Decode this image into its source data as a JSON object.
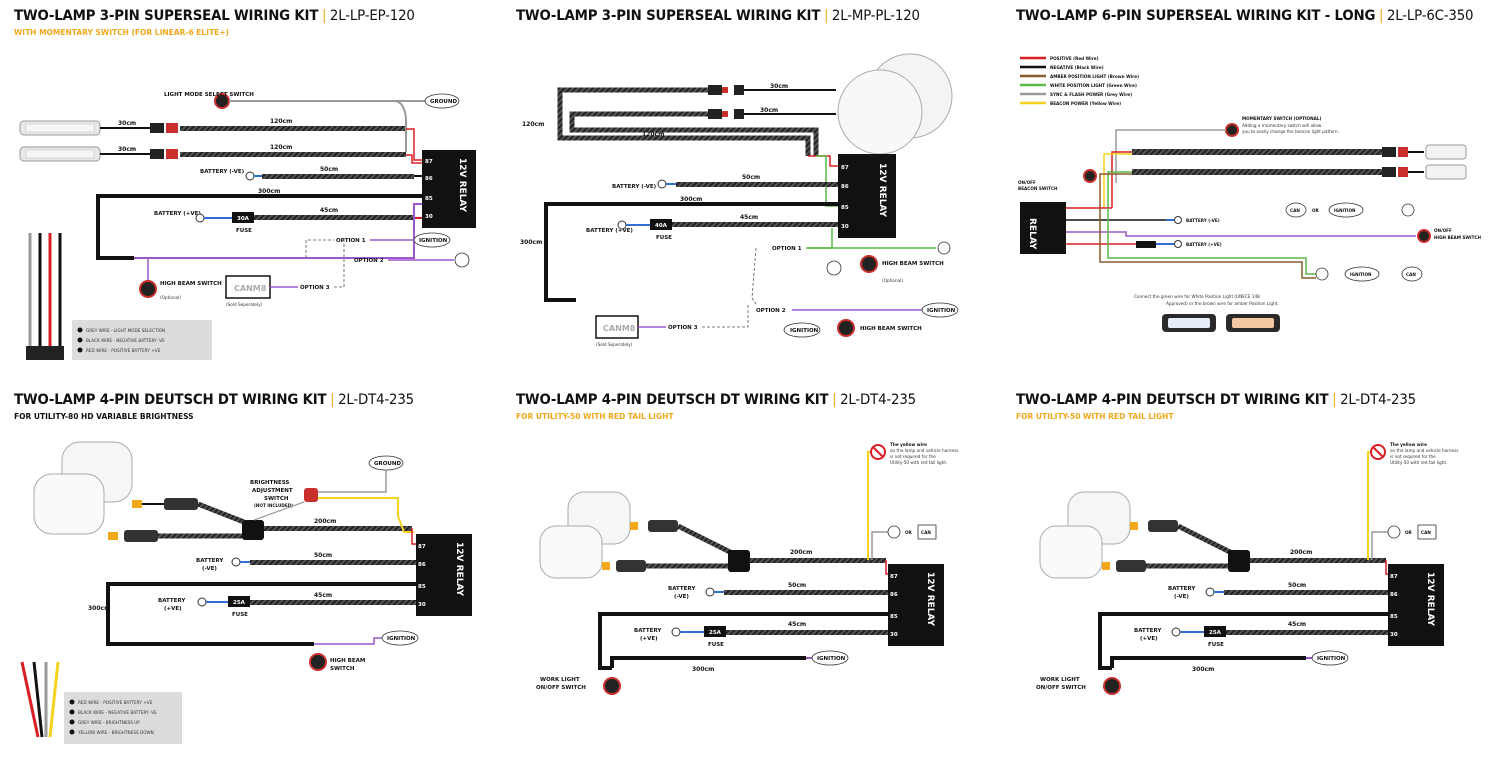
{
  "colors": {
    "accent": "#f2a81d",
    "wire_red": "#d81f26",
    "wire_purple": "#9b59c9",
    "wire_green": "#5ab947",
    "wire_yellow": "#f5d21f",
    "wire_blue": "#2f6fd6"
  },
  "panels": [
    {
      "title": "TWO-LAMP 3-PIN SUPERSEAL WIRING KIT",
      "code": "2L-LP-EP-120",
      "subtitle": "WITH MOMENTARY SWITCH (FOR LINEAR-6 ELITE+)",
      "subtitle_style": "orange",
      "relay": "12V RELAY",
      "pins": [
        "87",
        "86",
        "85",
        "30"
      ],
      "labels": {
        "switch": "LIGHT MODE SELECT SWITCH",
        "ground": "GROUND",
        "battery_neg": "BATTERY (-VE)",
        "battery_pos": "BATTERY (+VE)",
        "fuse_rating": "30A",
        "fuse": "FUSE",
        "ignition": "IGNITION",
        "high_beam": "HIGH BEAM SWITCH",
        "high_beam_note": "(Optional)",
        "option1": "OPTION 1",
        "option2": "OPTION 2",
        "option3": "OPTION 3",
        "canm8": "CANM8",
        "canm8_note": "(Sold Seperately)"
      },
      "lengths": [
        "30cm",
        "30cm",
        "120cm",
        "120cm",
        "50cm",
        "300cm",
        "45cm"
      ],
      "legend": [
        "GREY WIRE - LIGHT MODE SELECTION",
        "BLACK WIRE - NEGATIVE BATTERY -VE",
        "RED WIRE - POSITIVE BATTERY +VE"
      ]
    },
    {
      "title": "TWO-LAMP 3-PIN SUPERSEAL WIRING KIT",
      "code": "2L-MP-PL-120",
      "subtitle": "",
      "relay": "12V RELAY",
      "pins": [
        "87",
        "86",
        "85",
        "30"
      ],
      "labels": {
        "battery_neg": "BATTERY (-VE)",
        "battery_pos": "BATTERY (+VE)",
        "fuse_rating": "40A",
        "fuse": "FUSE",
        "option1": "OPTION 1",
        "option2": "OPTION 2",
        "option3": "OPTION 3",
        "high_beam": "HIGH BEAM SWITCH",
        "high_beam_note": "(Optional)",
        "high_beam2": "HIGH BEAM SWITCH",
        "ignition": "IGNITION",
        "ignition2": "IGNITION",
        "canm8": "CANM8",
        "canm8_note": "(Sold Seperately)"
      },
      "lengths": [
        "30cm",
        "30cm",
        "120cm",
        "120cm",
        "50cm",
        "300cm",
        "45cm",
        "300cm"
      ]
    },
    {
      "title": "TWO-LAMP 6-PIN SUPERSEAL WIRING KIT - LONG",
      "code": "2L-LP-6C-350",
      "subtitle": "",
      "relay": "RELAY",
      "wire_legend": [
        {
          "label": "POSITIVE (Red Wire)",
          "color": "#d81f26"
        },
        {
          "label": "NEGATIVE (Black Wire)",
          "color": "#111111"
        },
        {
          "label": "AMBER POSITION LIGHT (Brown Wire)",
          "color": "#8a5a2b"
        },
        {
          "label": "WHITE POSITION LIGHT (Green Wire)",
          "color": "#5ab947"
        },
        {
          "label": "SYNC & FLASH POWER (Grey Wire)",
          "color": "#9a9a9a"
        },
        {
          "label": "BEACON POWER (Yellow Wire)",
          "color": "#f5d21f"
        }
      ],
      "labels": {
        "momentary": "MOMENTARY SWITCH (OPTIONAL)",
        "momentary_note": "Adding a momentary switch will allow you to easily change the beacon light pattern.",
        "onoff": "ON/OFF BEACON SWITCH",
        "battery_neg": "BATTERY (-VE)",
        "battery_pos": "BATTERY (+VE)",
        "can": "CAN",
        "or": "OR",
        "ignition": "IGNITION",
        "onoff_hb": "ON/OFF HIGH BEAM SWITCH",
        "note": "Connect the green wire for White Position Light (UNECE 148 Approved) or the brown wire for amber Position Light."
      }
    },
    {
      "title": "TWO-LAMP 4-PIN DEUTSCH DT WIRING KIT",
      "code": "2L-DT4-235",
      "subtitle": "FOR UTILITY-80 HD VARIABLE BRIGHTNESS",
      "subtitle_style": "black",
      "relay": "12V RELAY",
      "pins": [
        "87",
        "86",
        "85",
        "30"
      ],
      "labels": {
        "ground": "GROUND",
        "switch": "BRIGHTNESS ADJUSTMENT SWITCH",
        "switch_note": "(NOT INCLUDED)",
        "battery_neg": "BATTERY (-VE)",
        "battery_pos": "BATTERY (+VE)",
        "fuse_rating": "25A",
        "fuse": "FUSE",
        "ignition": "IGNITION",
        "high_beam": "HIGH BEAM SWITCH"
      },
      "lengths": [
        "200cm",
        "50cm",
        "45cm",
        "300cm"
      ],
      "legend": [
        "RED WIRE - POSITIVE BATTERY +VE",
        "BLACK WIRE - NEGATIVE BATTERY -VE",
        "GREY WIRE - BRIGHTNESS UP",
        "YELLOW WIRE - BRIGHTNESS DOWN"
      ]
    },
    {
      "title": "TWO-LAMP 4-PIN DEUTSCH DT WIRING KIT",
      "code": "2L-DT4-235",
      "subtitle": "FOR UTILITY-50 WITH RED TAIL LIGHT",
      "subtitle_style": "orange",
      "relay": "12V RELAY",
      "pins": [
        "87",
        "86",
        "85",
        "30"
      ],
      "labels": {
        "note_bold": "The yellow wire",
        "note": "on the lamp and vehicle harness is not required for the Utility-50 with red tail light.",
        "or": "OR",
        "can": "CAN",
        "battery_neg": "BATTERY (-VE)",
        "battery_pos": "BATTERY (+VE)",
        "fuse_rating": "25A",
        "fuse": "FUSE",
        "ignition": "IGNITION",
        "work": "WORK LIGHT ON/OFF SWITCH"
      },
      "lengths": [
        "200cm",
        "50cm",
        "45cm",
        "300cm"
      ]
    },
    {
      "title": "TWO-LAMP 4-PIN DEUTSCH DT WIRING KIT",
      "code": "2L-DT4-235",
      "subtitle": "FOR UTILITY-50 WITH RED TAIL LIGHT",
      "subtitle_style": "orange",
      "relay": "12V RELAY",
      "pins": [
        "87",
        "86",
        "85",
        "30"
      ],
      "labels": {
        "note_bold": "The yellow wire",
        "note": "on the lamp and vehicle harness is not required for the Utility-50 with red tail light.",
        "or": "OR",
        "can": "CAN",
        "battery_neg": "BATTERY (-VE)",
        "battery_pos": "BATTERY (+VE)",
        "fuse_rating": "25A",
        "fuse": "FUSE",
        "ignition": "IGNITION",
        "work": "WORK LIGHT ON/OFF SWITCH"
      },
      "lengths": [
        "200cm",
        "50cm",
        "45cm",
        "300cm"
      ]
    }
  ]
}
